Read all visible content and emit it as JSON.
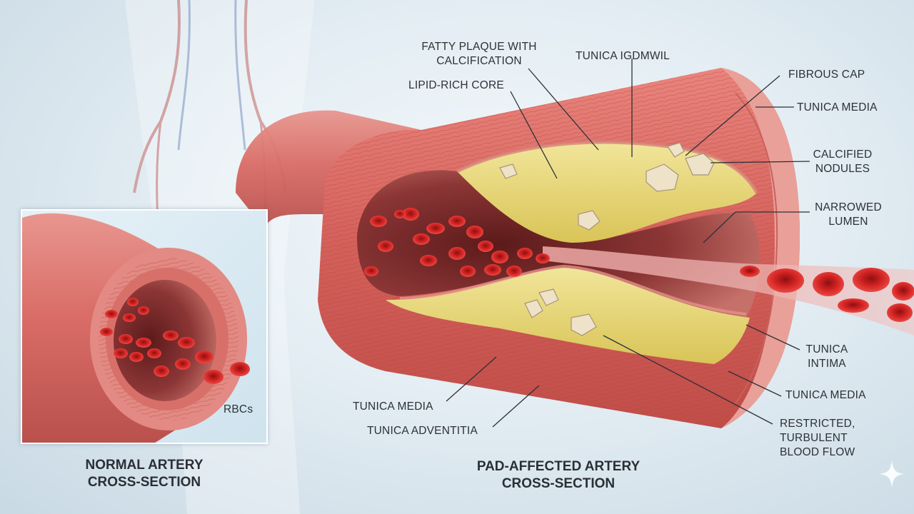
{
  "labels": {
    "fatty_plaque": "FATTY PLAQUE WITH\nCALCIFICATION",
    "tunica_top": "TUNICA IGDMWIL",
    "fibrous_cap": "FIBROUS CAP",
    "tunica_media_top": "TUNICA MEDIA",
    "lipid_core": "LIPID-RICH CORE",
    "calcified": "CALCIFIED\nNODULES",
    "narrowed": "NARROWED\nLUMEN",
    "tunica_intima": "TUNICA\nINTIMA",
    "tunica_media_right": "TUNICA MEDIA",
    "restricted": "RESTRICTED,\nTURBULENT\nBLOOD FLOW",
    "tunica_media_bottom": "TUNICA MEDIA",
    "tunica_adventitia": "TUNICA ADVENTITIA",
    "rbcs": "RBCs"
  },
  "captions": {
    "normal_line1": "NORMAL ARTERY",
    "normal_line2": "CROSS-SECTION",
    "pad_line1": "PAD-AFFECTED ARTERY",
    "pad_line2": "CROSS-SECTION"
  },
  "colors": {
    "artery": "#d9645f",
    "artery_dark": "#b8403d",
    "plaque": "#e8d672",
    "blood": "#c81e1e",
    "lumen": "#7a2a2a"
  }
}
